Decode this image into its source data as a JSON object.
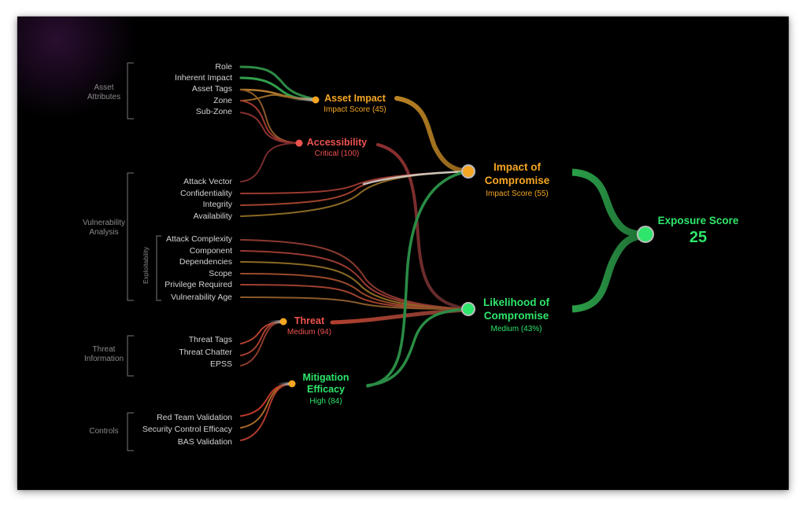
{
  "groups": {
    "asset_attributes": "Asset\nAttributes",
    "vulnerability_analysis": "Vulnerability\nAnalysis",
    "exploitability": "Exploitability",
    "threat_information": "Threat\nInformation",
    "controls": "Controls"
  },
  "leaves": {
    "role": "Role",
    "inherent_impact": "Inherent Impact",
    "asset_tags": "Asset Tags",
    "zone": "Zone",
    "sub_zone": "Sub-Zone",
    "attack_vector": "Attack Vector",
    "confidentiality": "Confidentiality",
    "integrity": "Integrity",
    "availability": "Availability",
    "attack_complexity": "Attack Complexity",
    "component": "Component",
    "dependencies": "Dependencies",
    "scope": "Scope",
    "privilege_required": "Privilege Required",
    "vulnerability_age": "Vulnerability Age",
    "threat_tags": "Threat Tags",
    "threat_chatter": "Threat Chatter",
    "epss": "EPSS",
    "red_team_validation": "Red Team Validation",
    "security_control_efficacy": "Security Control Efficacy",
    "bas_validation": "BAS Validation"
  },
  "nodes": {
    "asset_impact": {
      "title": "Asset Impact",
      "sub": "Impact Score (45)"
    },
    "accessibility": {
      "title": "Accessibility",
      "sub": "Critical (100)"
    },
    "threat": {
      "title": "Threat",
      "sub": "Medium (94)"
    },
    "mitigation_efficacy": {
      "title": "Mitigation\nEfficacy",
      "sub": "High (84)"
    },
    "impact_of_compromise": {
      "title": "Impact of\nCompromise",
      "sub": "Impact Score (55)"
    },
    "likelihood_of_compromise": {
      "title": "Likelihood of\nCompromise",
      "sub": "Medium (43%)"
    },
    "exposure_score": {
      "title": "Exposure Score",
      "value": "25"
    }
  },
  "colors": {
    "orange": "#f5a623",
    "red": "#ef5350",
    "green": "#2ee66b",
    "gray": "#9a9a9a",
    "leaf_text": "#d4d4d4",
    "panel_bg": "#000000"
  }
}
